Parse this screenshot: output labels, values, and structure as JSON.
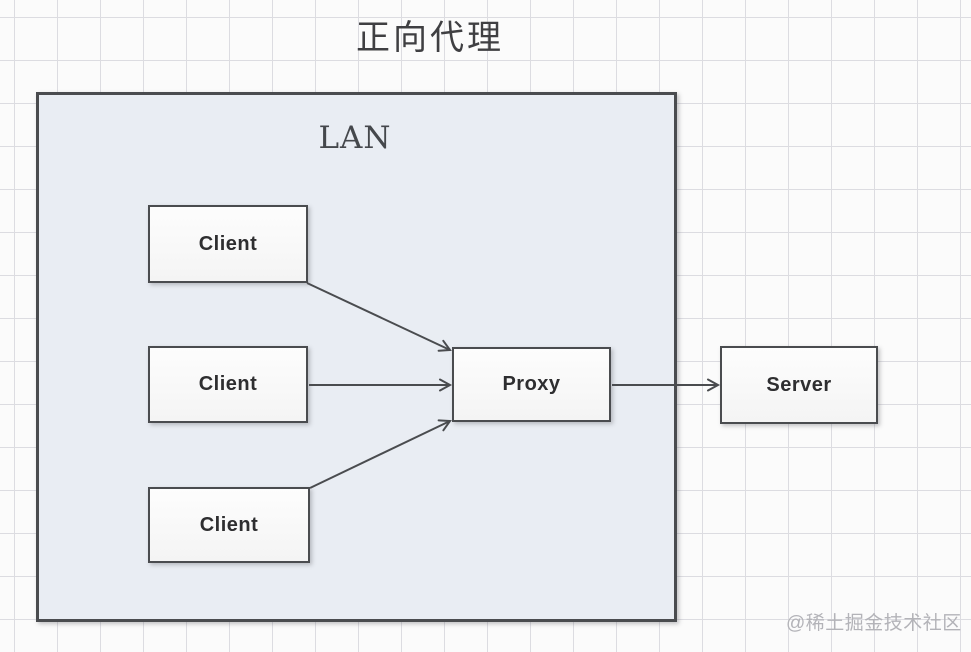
{
  "title": "正向代理",
  "diagram": {
    "lan_label": "LAN",
    "nodes": {
      "client1": {
        "label": "Client"
      },
      "client2": {
        "label": "Client"
      },
      "client3": {
        "label": "Client"
      },
      "proxy": {
        "label": "Proxy"
      },
      "server": {
        "label": "Server"
      }
    },
    "edges": [
      {
        "from": "client1",
        "to": "proxy"
      },
      {
        "from": "client2",
        "to": "proxy"
      },
      {
        "from": "client3",
        "to": "proxy"
      },
      {
        "from": "proxy",
        "to": "server"
      }
    ],
    "colors": {
      "background": "#fbfbfb",
      "grid_line": "#dcdce1",
      "lan_fill": "#e9edf3",
      "node_fill": "#fdfdfd",
      "border": "#4a4c4f",
      "arrow": "#4a4c4f",
      "watermark": "#b3b3b8"
    }
  },
  "watermark": "@稀土掘金技术社区"
}
